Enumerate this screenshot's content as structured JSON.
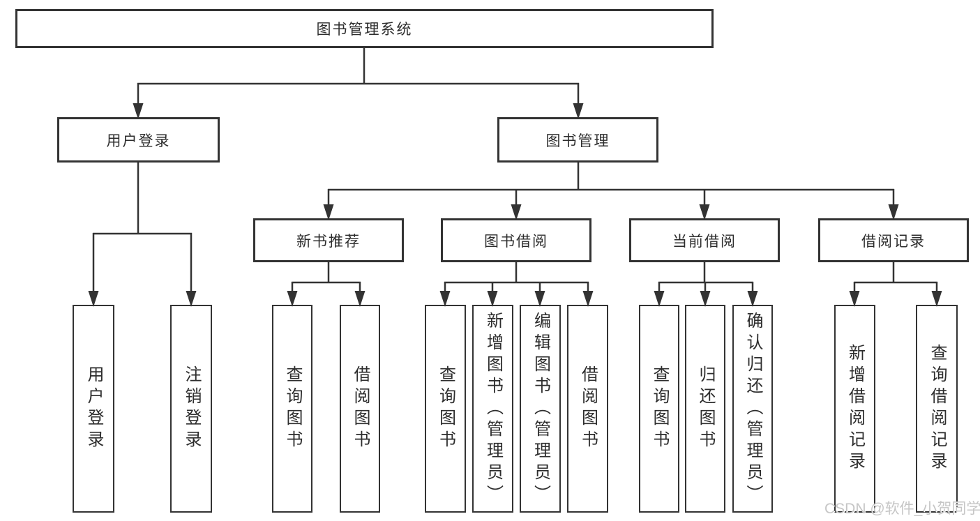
{
  "diagram": {
    "watermark": "CSDN @软件_小贺同学",
    "colors": {
      "line": "#333333",
      "text": "#2d2d2d",
      "box_background": "#ffffff",
      "watermark": "#c6c6c6"
    },
    "tree": {
      "label": "图书管理系统",
      "children": [
        {
          "label": "用户登录",
          "children": [
            {
              "label": "用户登录"
            },
            {
              "label": "注销登录"
            }
          ]
        },
        {
          "label": "图书管理",
          "children": [
            {
              "label": "新书推荐",
              "children": [
                {
                  "label": "查询图书"
                },
                {
                  "label": "借阅图书"
                }
              ]
            },
            {
              "label": "图书借阅",
              "children": [
                {
                  "label": "查询图书"
                },
                {
                  "label": "新增图书（管理员）"
                },
                {
                  "label": "编辑图书（管理员）"
                },
                {
                  "label": "借阅图书"
                }
              ]
            },
            {
              "label": "当前借阅",
              "children": [
                {
                  "label": "查询图书"
                },
                {
                  "label": "归还图书"
                },
                {
                  "label": "确认归还（管理员）"
                }
              ]
            },
            {
              "label": "借阅记录",
              "children": [
                {
                  "label": "新增借阅记录"
                },
                {
                  "label": "查询借阅记录"
                }
              ]
            }
          ]
        }
      ]
    }
  }
}
